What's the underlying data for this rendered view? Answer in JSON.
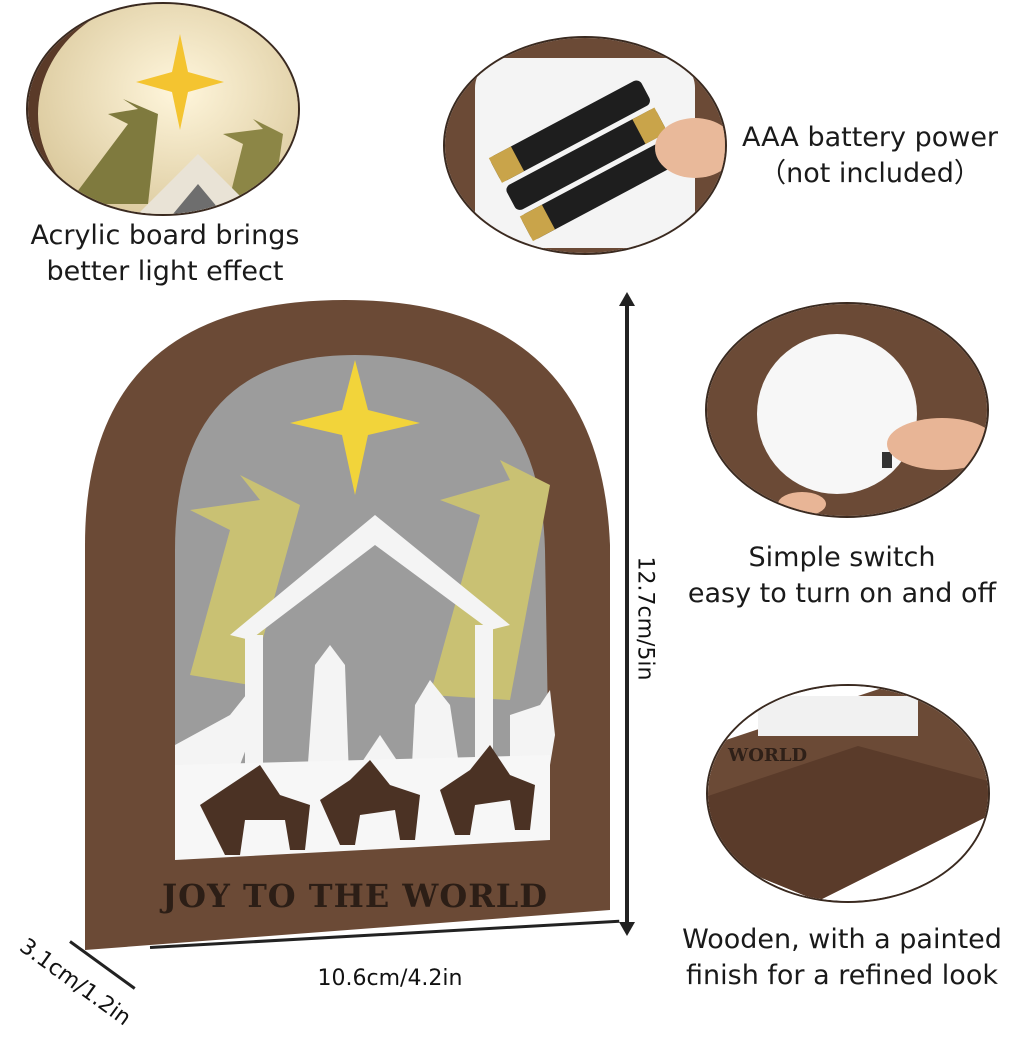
{
  "captions": {
    "acrylic_line1": "Acrylic board brings",
    "acrylic_line2": "better light effect",
    "battery_line1": "AAA battery power",
    "battery_line2": "（not included）",
    "switch_line1": "Simple switch",
    "switch_line2": "easy to turn on and off",
    "wood_line1": "Wooden, with a painted",
    "wood_line2": "finish for a refined look"
  },
  "dimensions": {
    "height": "12.7cm/5in",
    "width": "10.6cm/4.2in",
    "depth": "3.1cm/1.2in"
  },
  "product": {
    "engraving": "JOY TO THE WORLD",
    "corner_engraving": "WORLD"
  },
  "colors": {
    "wood": "#6b4a36",
    "wood_dark": "#4b3224",
    "gold": "#c9c173",
    "star": "#f2d43a",
    "screen": "#9a9a9a"
  }
}
